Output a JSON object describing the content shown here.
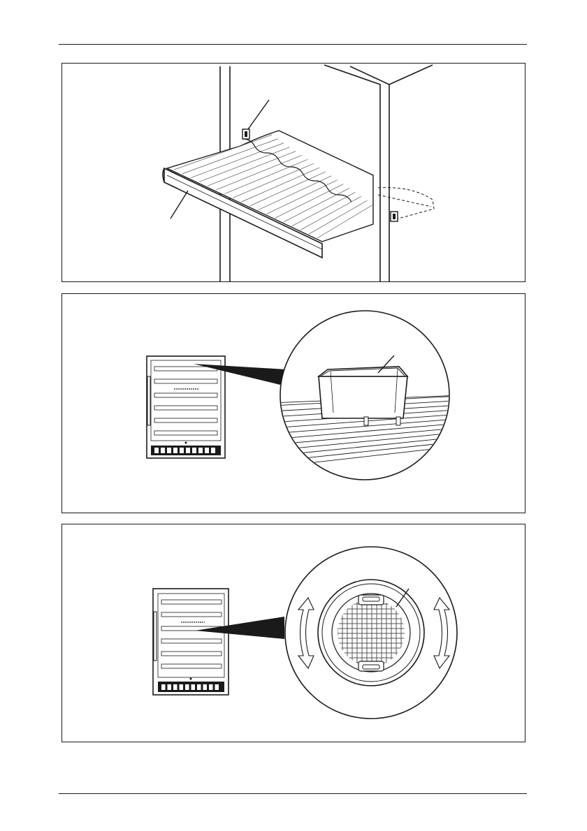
{
  "panels": [
    {
      "figure": "shelf-installation"
    },
    {
      "figure": "ice-tray-detail"
    },
    {
      "figure": "filter-detail"
    }
  ],
  "icons": {
    "cabinet": "wine-cooler-icon",
    "tray": "ice-tray-icon",
    "filter": "round-filter-icon",
    "rotate": "rotate-arrows-icon"
  },
  "colors": {
    "line": "#1a1a1a",
    "grid": "#b5b5b5",
    "background": "#ffffff"
  }
}
